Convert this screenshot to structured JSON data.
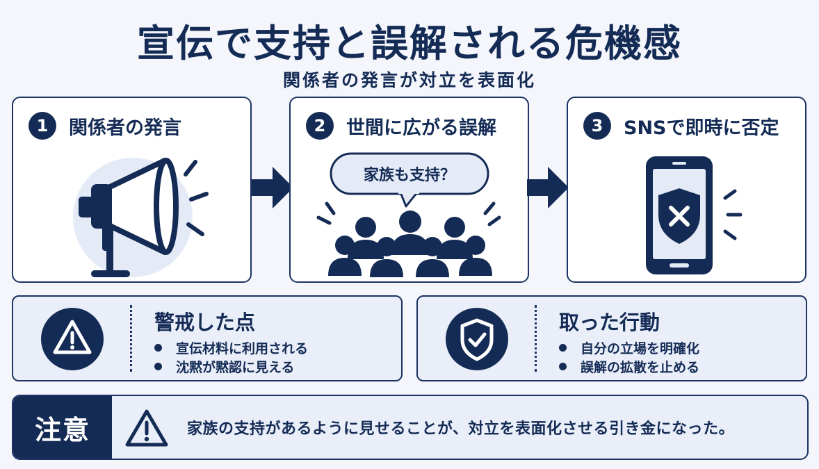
{
  "header": {
    "title": "宣伝で支持と誤解される危機感",
    "subtitle": "関係者の発言が対立を表面化"
  },
  "steps": [
    {
      "number": "1",
      "title": "関係者の発言",
      "icon": "megaphone-icon"
    },
    {
      "number": "2",
      "title": "世間に広がる誤解",
      "bubble": "家族も支持？",
      "icon": "crowd-icon"
    },
    {
      "number": "3",
      "title": "SNSで即時に否定",
      "icon": "smartphone-shield-icon"
    }
  ],
  "panels": {
    "caution": {
      "title": "警戒した点",
      "icon": "warning-icon",
      "items": [
        "宣伝材料に利用される",
        "沈黙が黙認に見える"
      ]
    },
    "action": {
      "title": "取った行動",
      "icon": "shield-check-icon",
      "items": [
        "自分の立場を明確化",
        "誤解の拡散を止める"
      ]
    }
  },
  "notice": {
    "label": "注意",
    "text": "家族の支持があるように見せることが、対立を表面化させる引き金になった。",
    "icon": "warning-icon"
  },
  "colors": {
    "navy": "#142b55",
    "panel_bg": "#e9eef8",
    "soft_circle": "#e4ebf7",
    "background": "#f4f6fb"
  }
}
